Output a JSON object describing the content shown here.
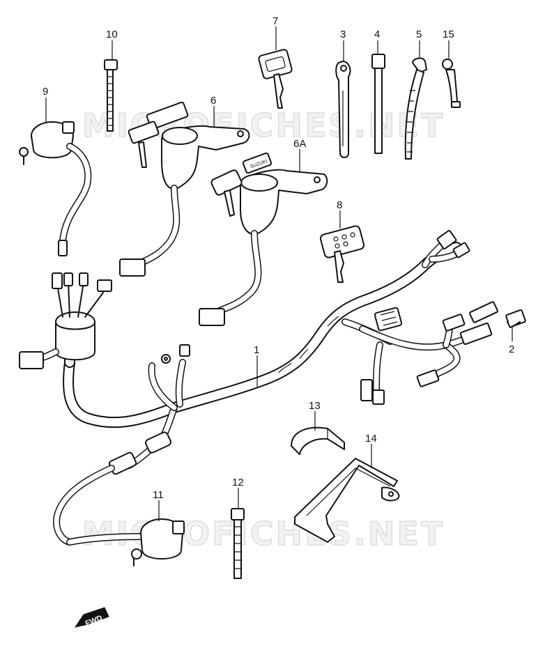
{
  "watermarks": [
    "MICROFICHES.NET",
    "MICROFICHES.NET"
  ],
  "callouts": {
    "c1": "1",
    "c2": "2",
    "c3": "3",
    "c4": "4",
    "c5": "5",
    "c6": "6",
    "c6a": "6A",
    "c7": "7",
    "c8": "8",
    "c9": "9",
    "c10": "10",
    "c11": "11",
    "c12": "12",
    "c13": "13",
    "c14": "14",
    "c15": "15"
  },
  "fwd_label": "FWD",
  "key_brand": "SUZUKI"
}
